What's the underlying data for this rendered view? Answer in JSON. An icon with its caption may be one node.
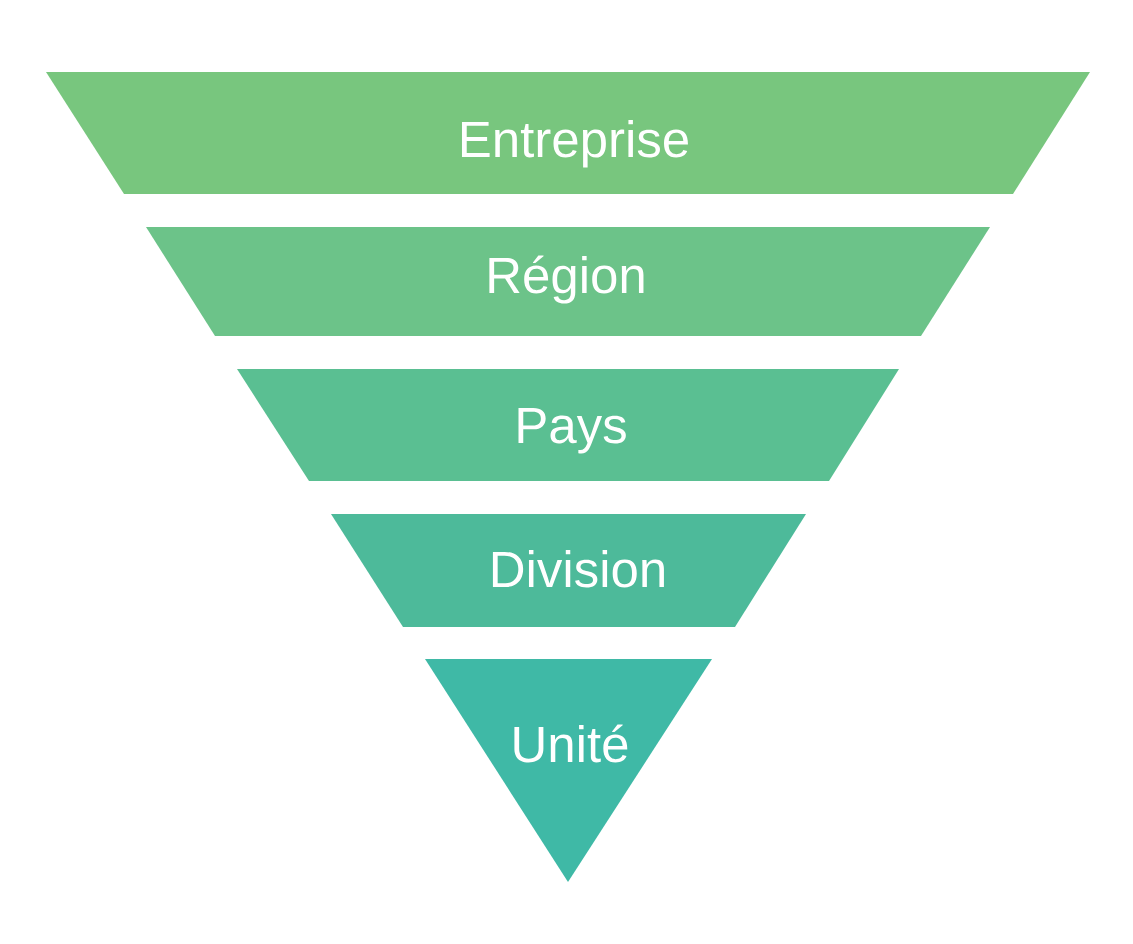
{
  "diagram": {
    "nodes": [
      {
        "text": [
          "Entreprise"
        ]
      },
      {
        "text": [
          "Région"
        ]
      },
      {
        "text": [
          "Pays"
        ]
      },
      {
        "text": [
          "Division"
        ]
      },
      {
        "text": [
          "Unité"
        ]
      }
    ]
  }
}
